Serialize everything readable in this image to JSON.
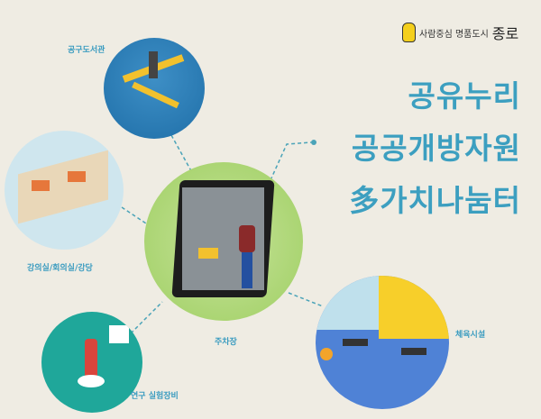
{
  "brand": {
    "slogan": "사람중심 명품도시",
    "name": "종로",
    "mascot_icon": "yellow-mascot-icon"
  },
  "title_lines": [
    "공유누리",
    "공공개방자원",
    "多가치나눔터"
  ],
  "resources": {
    "tools": "공구도서관",
    "rooms": "강의실/회의실/강당",
    "parking": "주차장",
    "lab": "연구 실험장비",
    "gym": "체육시설"
  },
  "colors": {
    "accent": "#3c9fc0",
    "background": "#efece3"
  }
}
